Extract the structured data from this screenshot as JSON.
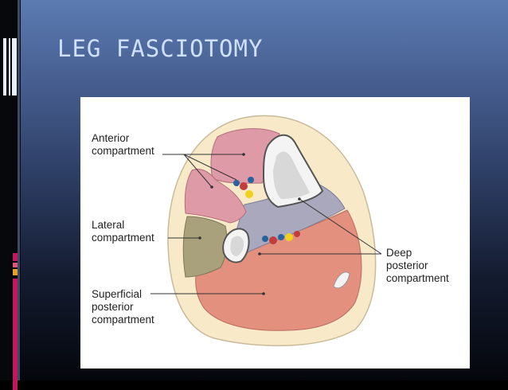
{
  "slide": {
    "title": "LEG FASCIOTOMY"
  },
  "figure": {
    "labels": {
      "anterior_line1": "Anterior",
      "anterior_line2": "compartment",
      "lateral_line1": "Lateral",
      "lateral_line2": "compartment",
      "superficial_line1": "Superficial",
      "superficial_line2": "posterior",
      "superficial_line3": "compartment",
      "deep_line1": "Deep",
      "deep_line2": "posterior",
      "deep_line3": "compartment"
    },
    "colors": {
      "skin": "#f8eac9",
      "anterior_muscle": "#df9aa8",
      "lateral_muscle": "#a9a07c",
      "deep_posterior": "#a9a8bd",
      "superficial_posterior": "#e4907e",
      "bone": "#dcdcdc"
    }
  }
}
